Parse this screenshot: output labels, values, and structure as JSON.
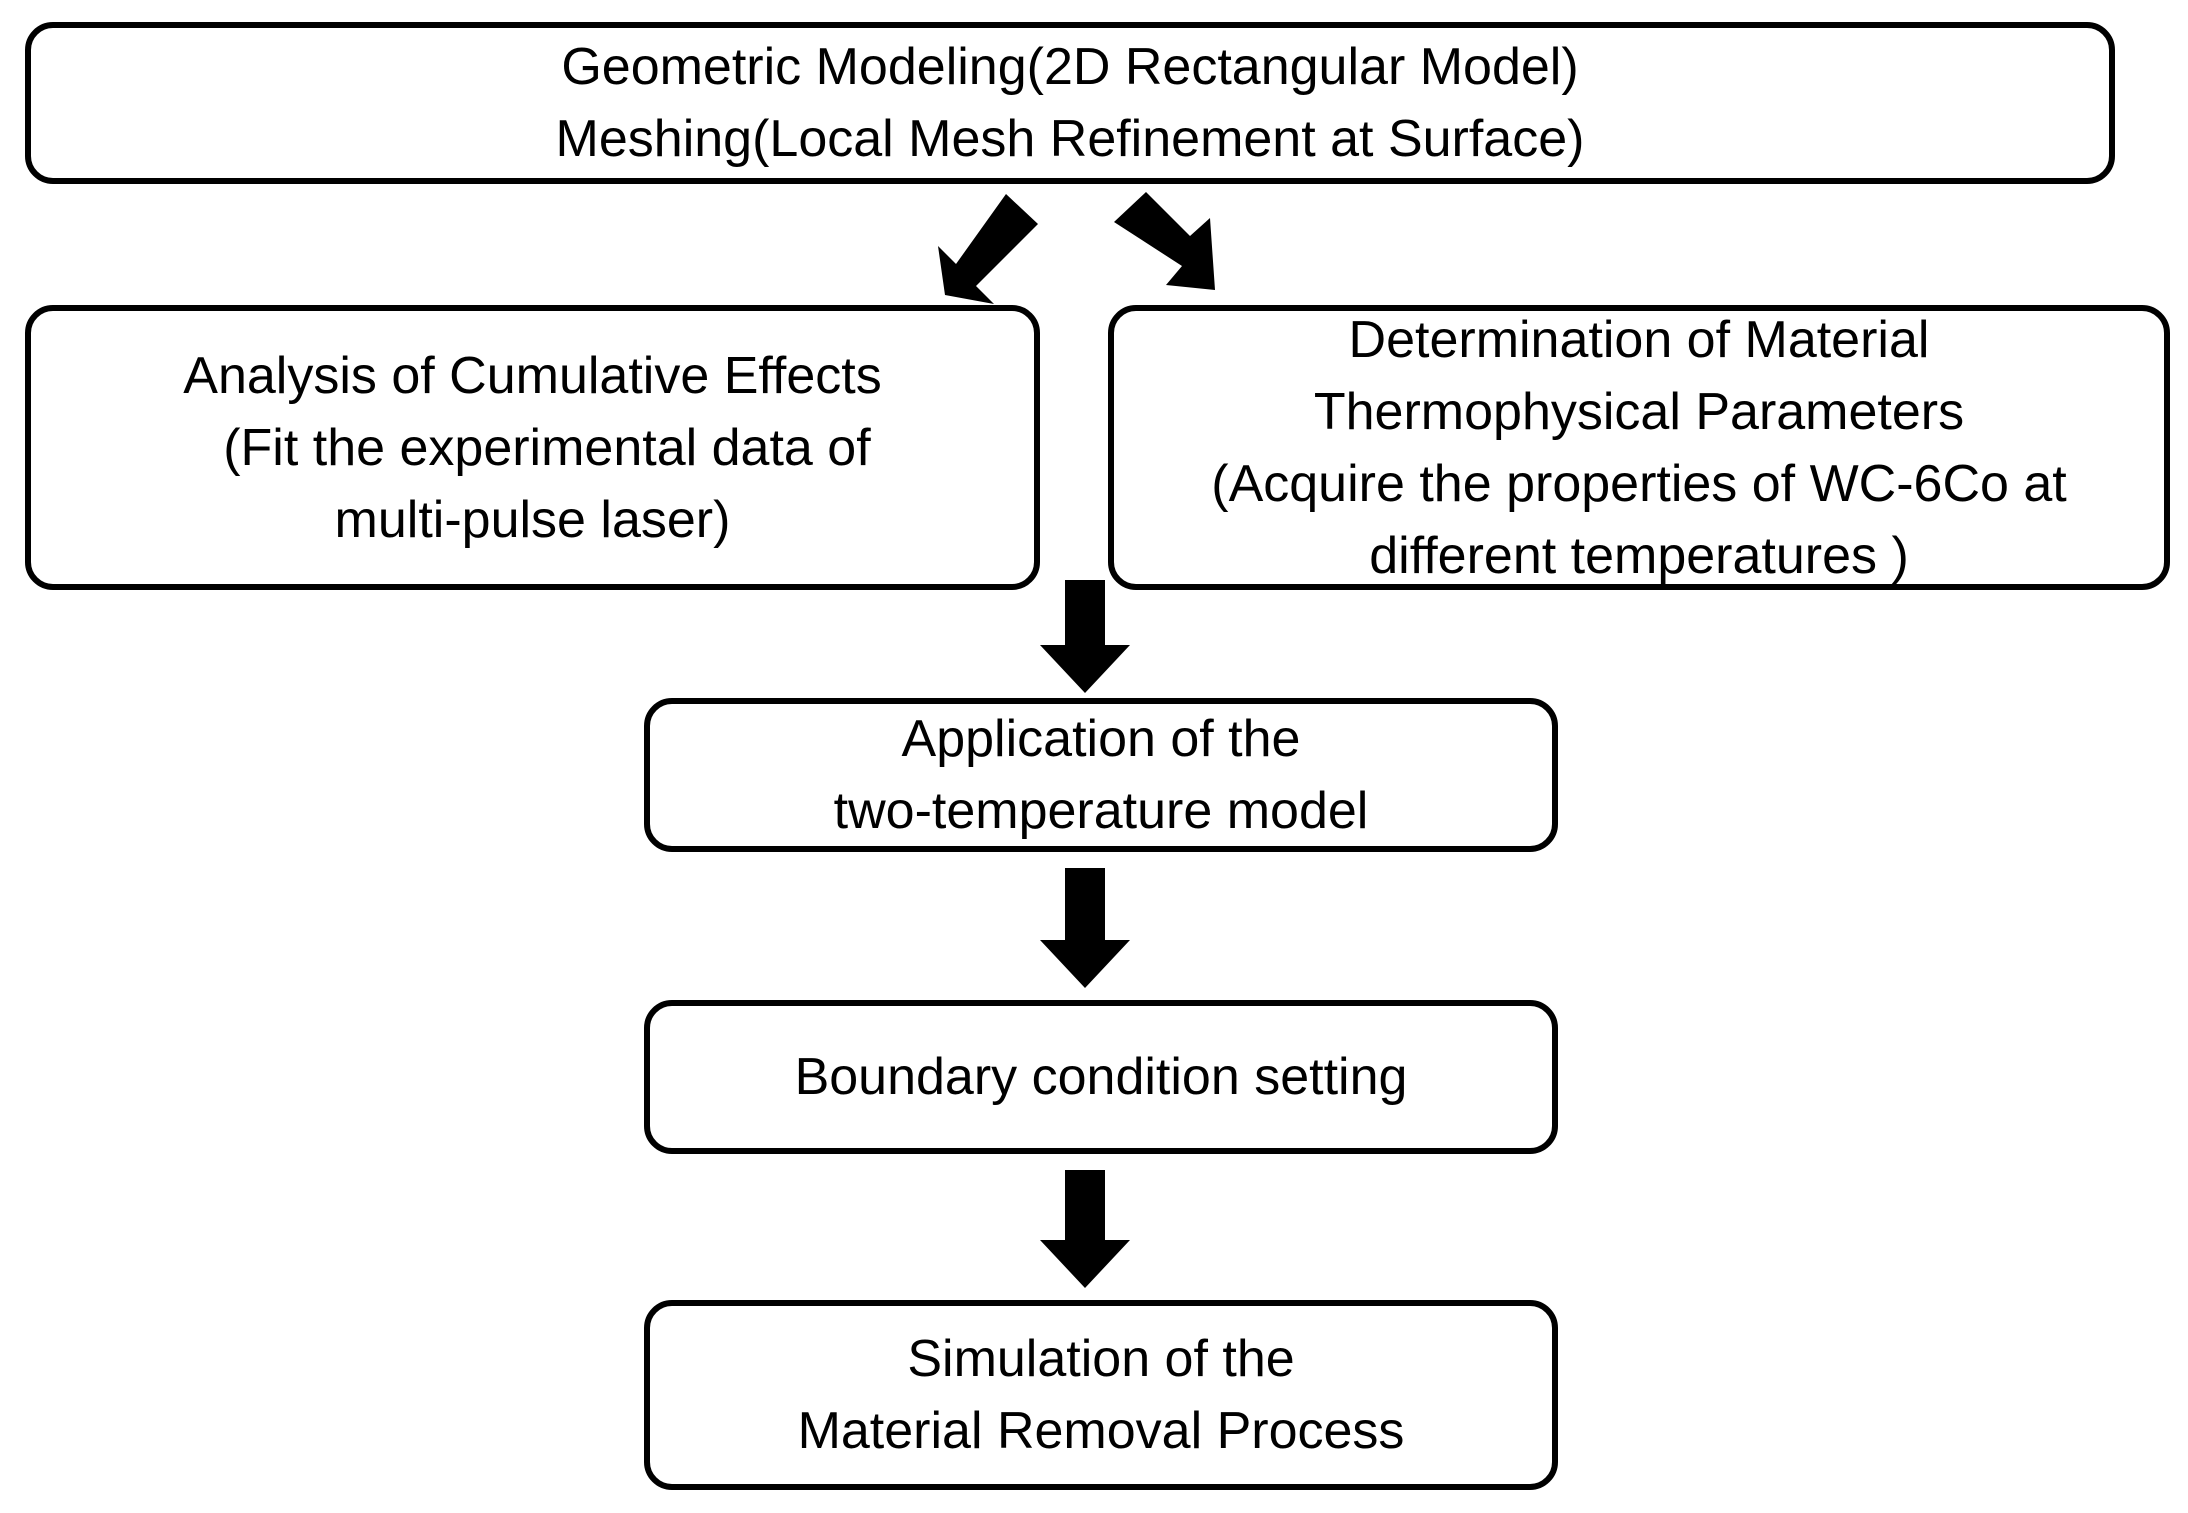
{
  "diagram": {
    "nodes": {
      "geometric_modeling": {
        "lines": [
          "Geometric Modeling(2D Rectangular Model)",
          "Meshing(Local Mesh Refinement at Surface)"
        ]
      },
      "cumulative_effects": {
        "lines": [
          "Analysis of Cumulative Effects",
          "  (Fit the experimental data of",
          "multi-pulse laser)"
        ]
      },
      "material_parameters": {
        "lines": [
          "Determination of Material",
          "Thermophysical Parameters",
          "(Acquire the properties of WC-6Co at",
          "different temperatures )"
        ]
      },
      "two_temperature_model": {
        "lines": [
          "Application of the",
          "two-temperature model"
        ]
      },
      "boundary_condition": {
        "lines": [
          "Boundary condition setting"
        ]
      },
      "simulation": {
        "lines": [
          "Simulation of the",
          "Material Removal Process"
        ]
      }
    },
    "edges": [
      {
        "from": "geometric_modeling",
        "to": "cumulative_effects"
      },
      {
        "from": "geometric_modeling",
        "to": "material_parameters"
      },
      {
        "from": "cumulative_effects",
        "to": "two_temperature_model"
      },
      {
        "from": "material_parameters",
        "to": "two_temperature_model"
      },
      {
        "from": "two_temperature_model",
        "to": "boundary_condition"
      },
      {
        "from": "boundary_condition",
        "to": "simulation"
      }
    ],
    "colors": {
      "stroke": "#000000",
      "fill": "#ffffff",
      "arrow": "#000000"
    }
  }
}
